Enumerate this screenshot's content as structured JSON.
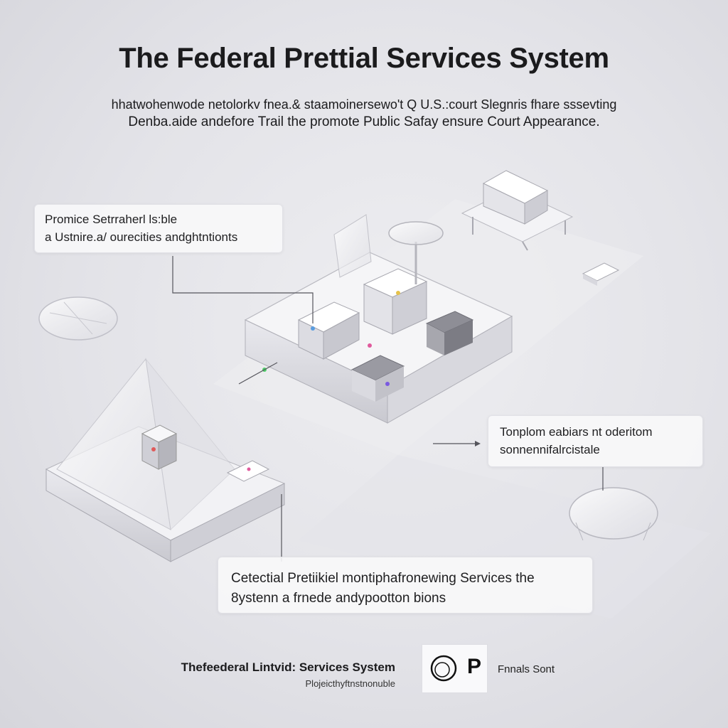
{
  "header": {
    "title": "The Federal Prettial Services System",
    "subtitle_line1": "hhatwohenwode netolorkv fnea.& staamoinersewo't Q U.S.:court Slegnris fhare sssevting",
    "subtitle_line2": "Denba.aide andefore Trail the promote Public Safay ensure Court Appearance."
  },
  "callouts": {
    "top_left": {
      "line1": "Promice Setrraherl ls:ble",
      "line2": "a Ustnire.a/ ourecities andghtntionts"
    },
    "right": {
      "line1": "Tonplom eabiars nt oderitom",
      "line2": "sonnennifalrcistale"
    },
    "bottom": {
      "line1": "Cetectial Pretiikiel montiphafronewing Services the",
      "line2": "8ystenn a frnede andypootton bions"
    }
  },
  "footer": {
    "title": "Thefeederal Lintvid: Services System",
    "subtitle": "Plojeicthyftnstnonuble",
    "logo_glyph": "P",
    "right_text": "Fnnals Sont"
  },
  "colors": {
    "background": "#e6e6ea",
    "structure_fill": "#f4f4f6",
    "structure_edge": "#b9b9c0"
  }
}
